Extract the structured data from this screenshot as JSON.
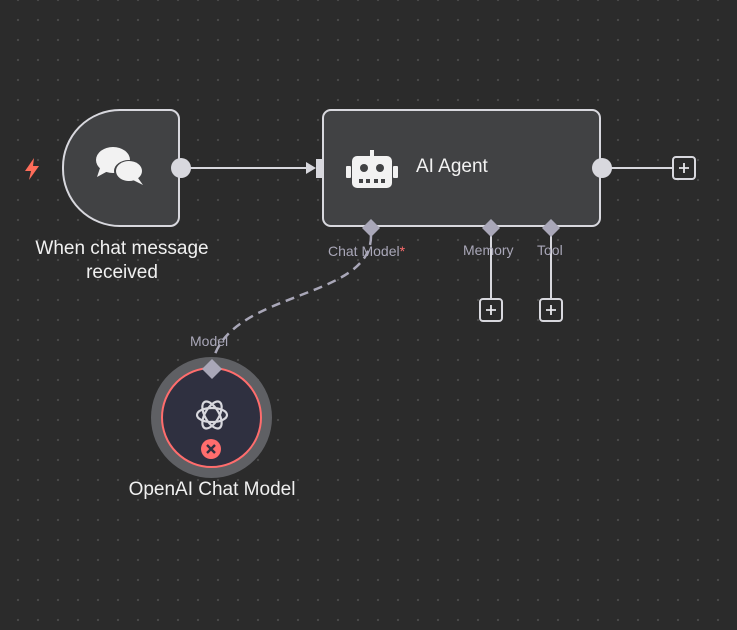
{
  "nodes": {
    "trigger": {
      "label": "When chat message received",
      "icon": "chat-bubbles-icon"
    },
    "agent": {
      "title": "AI Agent",
      "icon": "robot-icon"
    },
    "model": {
      "label": "OpenAI Chat Model",
      "icon": "openai-icon",
      "status": "error"
    }
  },
  "ports": {
    "chat_model": "Chat Model",
    "chat_model_required": "*",
    "memory": "Memory",
    "tool": "Tool",
    "model": "Model"
  },
  "colors": {
    "canvas": "#2b2b2b",
    "node_fill": "#414244",
    "node_border": "#d8d8de",
    "error": "#ff6d6d",
    "trigger_accent": "#ff6d5a",
    "port_label": "#a9a7b8"
  }
}
